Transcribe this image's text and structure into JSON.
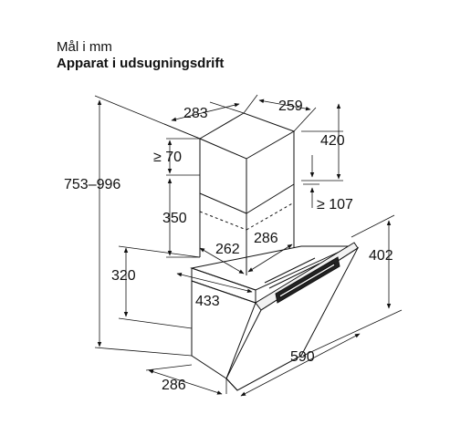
{
  "header": {
    "subtitle": "Mål i mm",
    "title": "Apparat i udsugningsdrift"
  },
  "dimensions": {
    "d283": "283",
    "d259": "259",
    "d420": "420",
    "d70": "≥ 70",
    "d753": "753–996",
    "d107": "≥ 107",
    "d350": "350",
    "d262": "262",
    "d286a": "286",
    "d402": "402",
    "d320": "320",
    "d433": "433",
    "d590": "590",
    "d286b": "286"
  }
}
